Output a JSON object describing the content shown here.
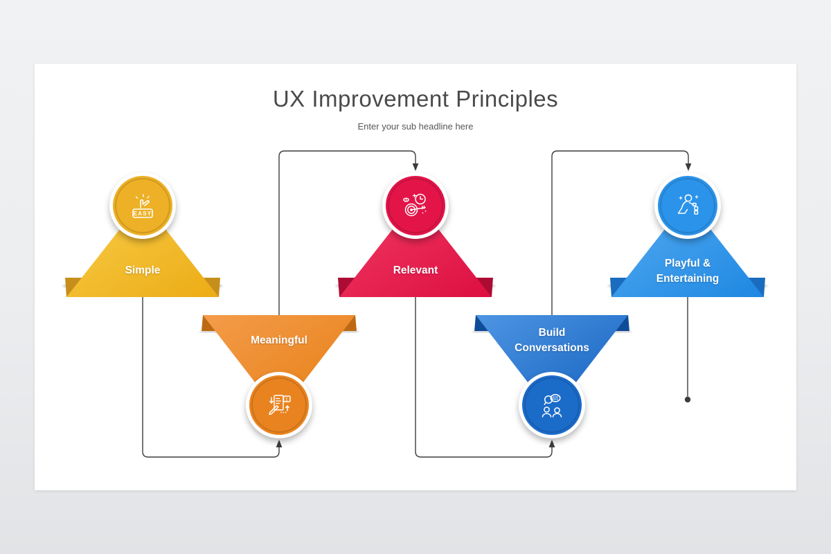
{
  "slide": {
    "title": "UX Improvement Principles",
    "subtitle": "Enter your sub headline here"
  },
  "principles": [
    {
      "label": "Simple",
      "icon": "easy-hand-snap-icon",
      "badge_text": "EASY",
      "color": "#EDB026",
      "orientation": "up"
    },
    {
      "label": "Meaningful",
      "icon": "annotated-checklist-icon",
      "color": "#E9831F",
      "orientation": "down"
    },
    {
      "label": "Relevant",
      "icon": "target-dart-clock-icon",
      "color": "#E21448",
      "orientation": "up"
    },
    {
      "label": "Build Conversations",
      "icon": "people-conversation-icon",
      "color": "#1B6BC9",
      "orientation": "down"
    },
    {
      "label": "Playful & Entertaining",
      "icon": "child-playing-blocks-icon",
      "color": "#2B93E9",
      "orientation": "up"
    }
  ],
  "connector_color": "#3C3C3C"
}
